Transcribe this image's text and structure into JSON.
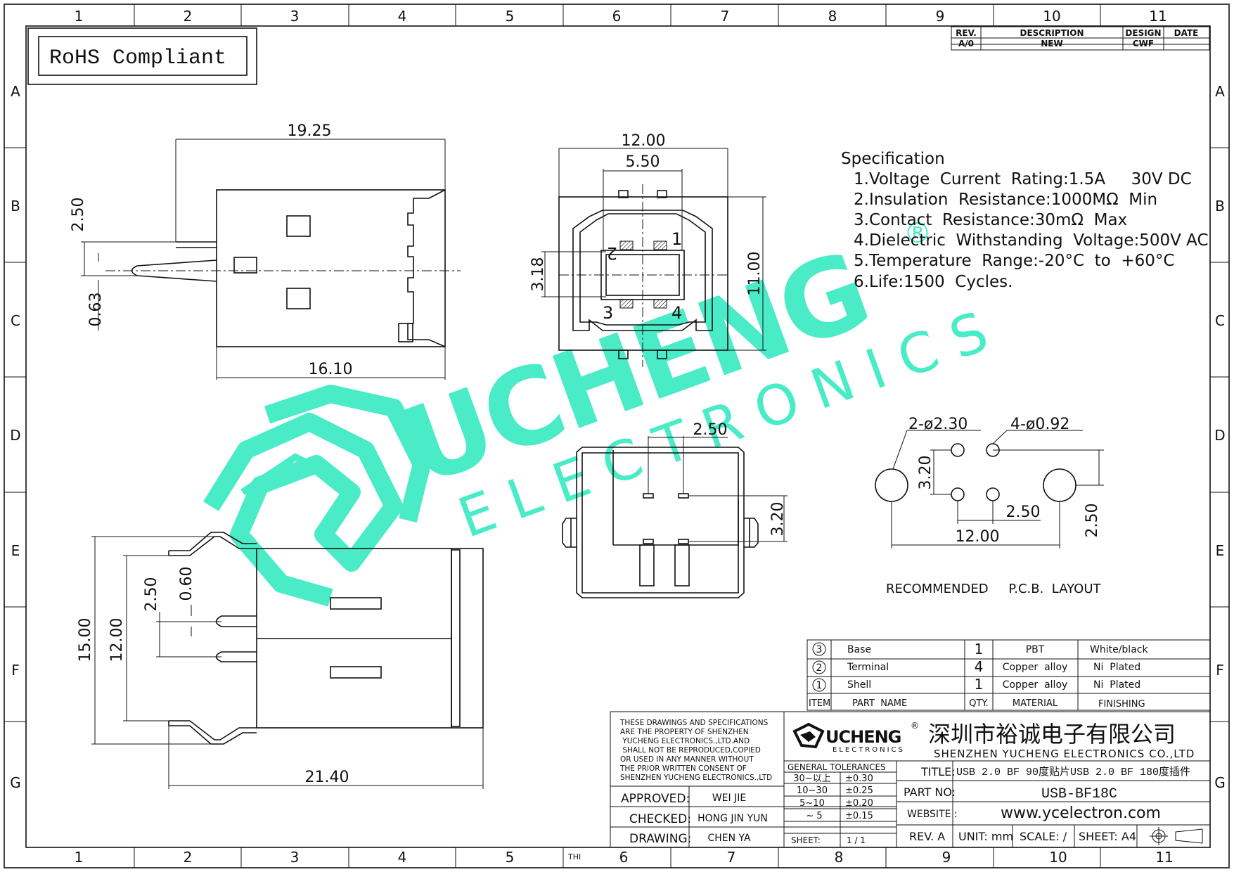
{
  "border": {
    "columns": [
      "1",
      "2",
      "3",
      "4",
      "5",
      "6",
      "7",
      "8",
      "9",
      "10",
      "11"
    ],
    "rows": [
      "A",
      "B",
      "C",
      "D",
      "E",
      "F",
      "G"
    ]
  },
  "rohs_label": "RoHS Compliant",
  "revision_table": {
    "headers": [
      "REV.",
      "DESCRIPTION",
      "DESIGN",
      "DATE"
    ],
    "row": [
      "A/0",
      "NEW",
      "CWF",
      ""
    ]
  },
  "side_view_dims": {
    "overall_length": "19.25",
    "body_length": "16.10",
    "pin_offset": "2.50",
    "pin_thickness": "0.63"
  },
  "front_view_dims": {
    "width": "12.00",
    "inner_width": "5.50",
    "height": "11.00",
    "inner_height": "3.18",
    "pin_numbers": [
      "1",
      "2",
      "3",
      "4"
    ]
  },
  "bottom_front_dims": {
    "pin_pitch": "2.50",
    "row_pitch": "3.20"
  },
  "top_view_dims": {
    "overall_width": "15.00",
    "body_width": "12.00",
    "pin_pitch": "2.50",
    "pin_width": "0.60",
    "overall_length": "21.40"
  },
  "specification": {
    "title": "Specification",
    "items": [
      "1.Voltage  Current  Rating:1.5A     30V DC",
      "2.Insulation  Resistance:1000MΩ  Min",
      "3.Contact  Resistance:30mΩ  Max",
      "4.Dielectric  Withstanding  Voltage:500V AC",
      "5.Temperature  Range:-20°C  to  +60°C",
      "6.Life:1500  Cycles."
    ]
  },
  "pcb_layout": {
    "large_hole_label": "2-ø2.30",
    "small_hole_label": "4-ø0.92",
    "vertical_pitch": "3.20",
    "horizontal_pitch": "2.50",
    "overall_width": "12.00",
    "offset": "2.50",
    "caption": "RECOMMENDED     P.C.B.  LAYOUT"
  },
  "watermark": {
    "brand": "UCHENG",
    "sub": "E L E C T R O N I C S",
    "registered": "®"
  },
  "bom": {
    "rows": [
      {
        "item": "3",
        "name": "Base",
        "qty": "1",
        "material": "PBT",
        "finishing": "White/black"
      },
      {
        "item": "2",
        "name": "Terminal",
        "qty": "4",
        "material": "Copper  alloy",
        "finishing": "Ni  Plated"
      },
      {
        "item": "1",
        "name": "Shell",
        "qty": "1",
        "material": "Copper  alloy",
        "finishing": "Ni  Plated"
      }
    ],
    "headers": {
      "item": "ITEM",
      "name": "PART  NAME",
      "qty": "QTY.",
      "material": "MATERIAL",
      "finishing": "FINISHING"
    }
  },
  "title_block": {
    "notice": [
      "THESE DRAWINGS AND SPECIFICATIONS",
      "ARE THE PROPERTY OF SHENZHEN",
      " YUCHENG ELECTRONICS.,LTD.AND",
      " SHALL NOT BE REPRODUCED,COPIED",
      "OR USED IN ANY MANNER WITHOUT",
      "THE PRIOR WRITTEN CONSENT OF",
      "SHENZHEN YUCHENG ELECTRONICS.,LTD"
    ],
    "logo_brand": "UCHENG",
    "logo_sub": "ELECTRONICS",
    "company_cn": "深圳市裕诚电子有限公司",
    "company_en": "SHENZHEN YUCHENG ELECTRONICS CO.,LTD",
    "tolerance_title": "GENERAL TOLERANCES",
    "tolerances": [
      {
        "range": "30~以上",
        "tol": "±0.30"
      },
      {
        "range": "10~30",
        "tol": "±0.25"
      },
      {
        "range": "5~10",
        "tol": "±0.20"
      },
      {
        "range": "~ 5",
        "tol": "±0.15"
      }
    ],
    "sheet_label": "SHEET:",
    "sheet_value": "1 / 1",
    "approved_label": "APPROVED:",
    "approved_value": "WEI JIE",
    "checked_label": "CHECKED:",
    "checked_value": "HONG JIN YUN",
    "drawing_label": "DRAWING:",
    "drawing_value": "CHEN YA",
    "title_label": "TITLE:",
    "title_value": "USB 2.0 BF 90度贴片USB 2.0 BF 180度插件",
    "part_label": "PART NO:",
    "part_value": "USB-BF18C",
    "website_label": "WEBSITE :",
    "website_value": "www.ycelectron.com",
    "rev_label": "REV. A",
    "unit_label": "UNIT: mm",
    "scale_label": "SCALE: /",
    "sheet_size": "SHEET: A4",
    "thi_mark": "THI"
  }
}
